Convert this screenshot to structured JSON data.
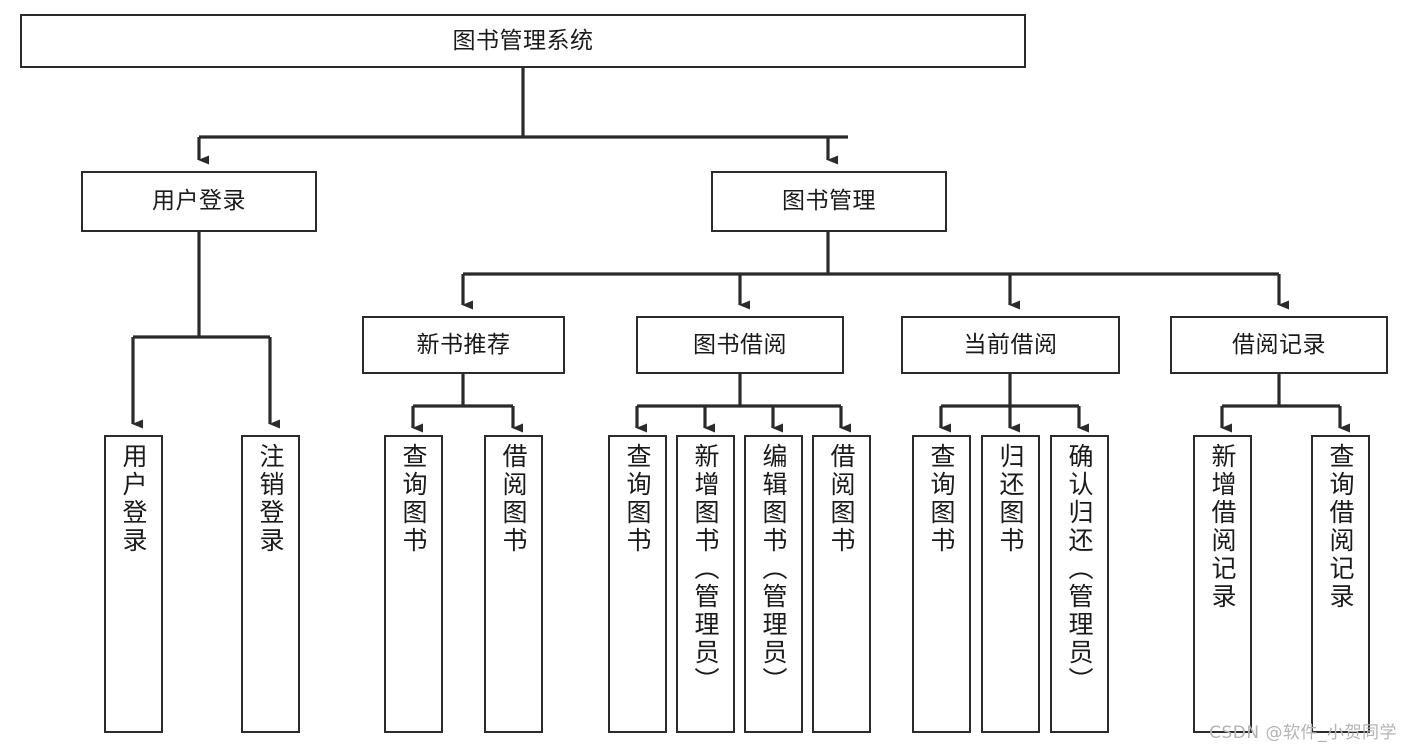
{
  "diagram": {
    "title": "图书管理系统",
    "type": "功能结构图",
    "stroke_color": "#2b2b2b",
    "fill_color": "#ffffff",
    "text_color": "#1a1a1a"
  },
  "root": {
    "label": "图书管理系统"
  },
  "level2": [
    {
      "label": "用户登录"
    },
    {
      "label": "图书管理"
    }
  ],
  "level3": [
    {
      "label": "新书推荐"
    },
    {
      "label": "图书借阅"
    },
    {
      "label": "当前借阅"
    },
    {
      "label": "借阅记录"
    }
  ],
  "leaves": {
    "user_login": [
      {
        "label": "用户登录"
      },
      {
        "label": "注销登录"
      }
    ],
    "new_book": [
      {
        "label": "查询图书"
      },
      {
        "label": "借阅图书"
      }
    ],
    "book_borrow": [
      {
        "label": "查询图书"
      },
      {
        "label": "新增图书（管理员）"
      },
      {
        "label": "编辑图书（管理员）"
      },
      {
        "label": "借阅图书"
      }
    ],
    "current_borrow": [
      {
        "label": "查询图书"
      },
      {
        "label": "归还图书"
      },
      {
        "label": "确认归还（管理员）"
      }
    ],
    "borrow_record": [
      {
        "label": "新增借阅记录"
      },
      {
        "label": "查询借阅记录"
      }
    ]
  },
  "watermark": {
    "text": "CSDN @软件_小贺同学"
  }
}
